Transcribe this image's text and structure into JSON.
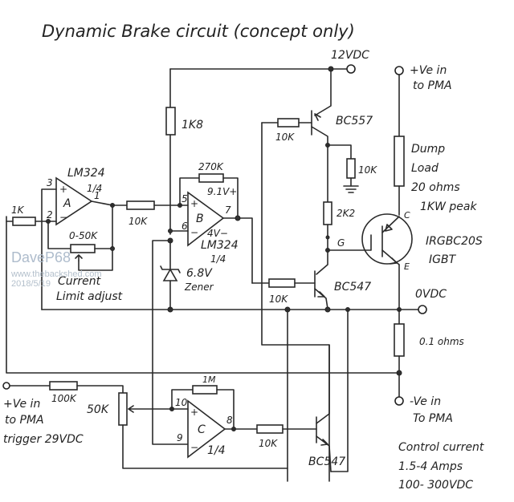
{
  "diagram": {
    "title": "Dynamic Brake circuit (concept only)",
    "supply": {
      "v12_label": "12VDC",
      "zero_label": "0VDC"
    },
    "terminals": {
      "pma_pos_top": [
        "+Ve in",
        "to PMA"
      ],
      "pma_neg_bottom": [
        "-Ve in",
        "To PMA"
      ],
      "trigger_in": [
        "+Ve in",
        "to PMA",
        "trigger 29VDC"
      ]
    },
    "opamps": {
      "a": {
        "chip": "LM324",
        "fraction": "1/4",
        "unit": "A",
        "pin_plus": "3",
        "pin_minus": "2",
        "pin_out": "1",
        "plus_sign": "+",
        "minus_sign": "−"
      },
      "b": {
        "chip": "LM324",
        "fraction": "1/4",
        "unit": "B",
        "pin_plus": "5",
        "pin_minus": "6",
        "pin_out": "7",
        "vplus": "9.1V+",
        "vminus": "4V−",
        "plus_sign": "+",
        "minus_sign": "−"
      },
      "c": {
        "fraction": "1/4",
        "unit": "C",
        "pin_plus": "10",
        "pin_minus": "9",
        "pin_out": "8",
        "plus_sign": "+",
        "minus_sign": "−"
      }
    },
    "resistors": {
      "r_in_a": "1K",
      "r_a_to_b": "10K",
      "r_pot_a": "0-50K",
      "r_fb_b": "270K",
      "r_1k8": "1K8",
      "r_bc557_base": "10K",
      "r_bc557_pulldown": "10K",
      "r_2k2": "2K2",
      "r_bc547a_base": "10K",
      "r_shunt": "0.1 ohms",
      "r_100k": "100K",
      "r_pot_50k": "50K",
      "r_fb_c": "1M",
      "r_c_out": "10K"
    },
    "load": [
      "Dump",
      "Load",
      "20 ohms",
      "1KW peak"
    ],
    "transistors": {
      "q1": "BC557",
      "q2": "BC547",
      "q3": "BC547",
      "igbt": [
        "IRGBC20S",
        "IGBT"
      ],
      "igbt_pins": {
        "collector": "C",
        "emitter": "E",
        "gate": "G"
      }
    },
    "zener": [
      "6.8V",
      "Zener"
    ],
    "current_limit": [
      "Current",
      "Limit adjust"
    ],
    "notes": [
      "Control current",
      "1.5-4 Amps",
      "100- 300VDC"
    ]
  },
  "watermark": {
    "author": "DaveP68",
    "site": "www.thebackshed.com",
    "date": "2018/5/19"
  }
}
